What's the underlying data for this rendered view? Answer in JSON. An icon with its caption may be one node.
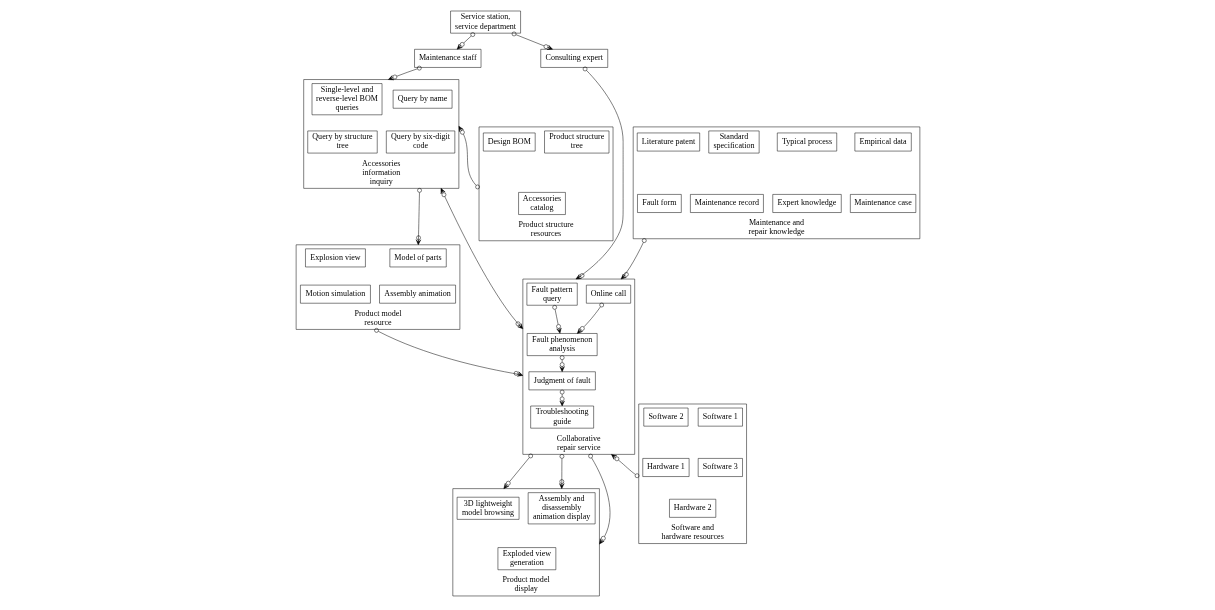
{
  "diagram": {
    "nodes": [
      {
        "text": [
          "Service station, service department"
        ]
      },
      {
        "text": [
          "Maintenance staff"
        ]
      },
      {
        "text": [
          "Consulting expert"
        ]
      },
      {
        "text": [
          "Maintenance and repair knowledge"
        ]
      },
      {
        "text": [
          "Empirical data"
        ],
        "in": 3
      },
      {
        "text": [
          "Typical process"
        ],
        "in": 3
      },
      {
        "text": [
          "Standard specification"
        ],
        "in": 3
      },
      {
        "text": [
          "Literature patent"
        ],
        "in": 3
      },
      {
        "text": [
          "Maintenance case"
        ],
        "in": 3
      },
      {
        "text": [
          "Expert knowledge"
        ],
        "in": 3
      },
      {
        "text": [
          "Maintenance record"
        ],
        "in": 3
      },
      {
        "text": [
          "Fault form"
        ],
        "in": 3
      },
      {
        "text": [
          "Accessories information inquiry"
        ]
      },
      {
        "text": [
          "Single-level and reverse-level BOM queries"
        ],
        "in": 12
      },
      {
        "text": [
          "Query by name"
        ],
        "in": 12
      },
      {
        "text": [
          "Query by structure tree"
        ],
        "in": 12
      },
      {
        "text": [
          "Query by six-digit code"
        ],
        "in": 12
      },
      {
        "text": [
          "Collaborative repair service"
        ]
      },
      {
        "text": [
          "Fault pattern query"
        ],
        "in": 17
      },
      {
        "text": [
          "Online call"
        ],
        "in": 17
      },
      {
        "text": [
          "Fault phenomenon analysis"
        ],
        "in": 17
      },
      {
        "text": [
          "Judgment of fault"
        ],
        "in": 17
      },
      {
        "text": [
          "Troubleshooting guide"
        ],
        "in": 17
      },
      {
        "text": [
          "Product structure resources"
        ]
      },
      {
        "text": [
          "Product structure tree"
        ],
        "in": 23
      },
      {
        "text": [
          "Design BOM"
        ],
        "in": 23
      },
      {
        "text": [
          "Accessories catalog"
        ],
        "in": 23
      },
      {
        "text": [
          "Product model resource"
        ]
      },
      {
        "text": [
          "Model of parts"
        ],
        "in": 27
      },
      {
        "text": [
          "Explosion view"
        ],
        "in": 27
      },
      {
        "text": [
          "Assembly animation"
        ],
        "in": 27
      },
      {
        "text": [
          "Motion simulation"
        ],
        "in": 27
      },
      {
        "text": [
          "Software and hardware resources"
        ]
      },
      {
        "text": [
          "Software 1"
        ],
        "in": 32
      },
      {
        "text": [
          "Software 2"
        ],
        "in": 32
      },
      {
        "text": [
          "Software 3"
        ],
        "in": 32
      },
      {
        "text": [
          "Hardware 1"
        ],
        "in": 32
      },
      {
        "text": [
          "Hardware 2"
        ],
        "in": 32
      },
      {
        "text": [
          "Product model display"
        ]
      },
      {
        "text": [
          "3D lightweight model browsing"
        ],
        "in": 38
      },
      {
        "text": [
          "Assembly and disassembly animation display"
        ],
        "in": 38
      },
      {
        "text": [
          "Exploded view generation"
        ],
        "in": 38
      }
    ],
    "edges": [
      {
        "from": 0,
        "to": 1,
        "arrow": "to"
      },
      {
        "from": 0,
        "to": 2,
        "arrow": "to"
      },
      {
        "from": 1,
        "to": 12,
        "arrow": "to"
      },
      {
        "from": 2,
        "to": 17,
        "arrow": "to"
      },
      {
        "from": 3,
        "to": 17,
        "arrow": "to"
      },
      {
        "from": 12,
        "to": 17,
        "arrow": "both"
      },
      {
        "from": 12,
        "to": 27,
        "arrow": "to"
      },
      {
        "from": 27,
        "to": 17,
        "arrow": "to"
      },
      {
        "from": 18,
        "to": 20,
        "arrow": "to"
      },
      {
        "from": 19,
        "to": 20,
        "arrow": "to"
      },
      {
        "from": 20,
        "to": 21,
        "arrow": "to"
      },
      {
        "from": 21,
        "to": 22,
        "arrow": "to"
      },
      {
        "from": 23,
        "to": 12,
        "arrow": "to"
      },
      {
        "from": 32,
        "to": 17,
        "arrow": "to"
      },
      {
        "from": 17,
        "to": 38,
        "arrow": "to"
      },
      {
        "from": 17,
        "to": 38,
        "arrow": "to"
      },
      {
        "from": 17,
        "to": 38,
        "arrow": "to"
      }
    ]
  }
}
